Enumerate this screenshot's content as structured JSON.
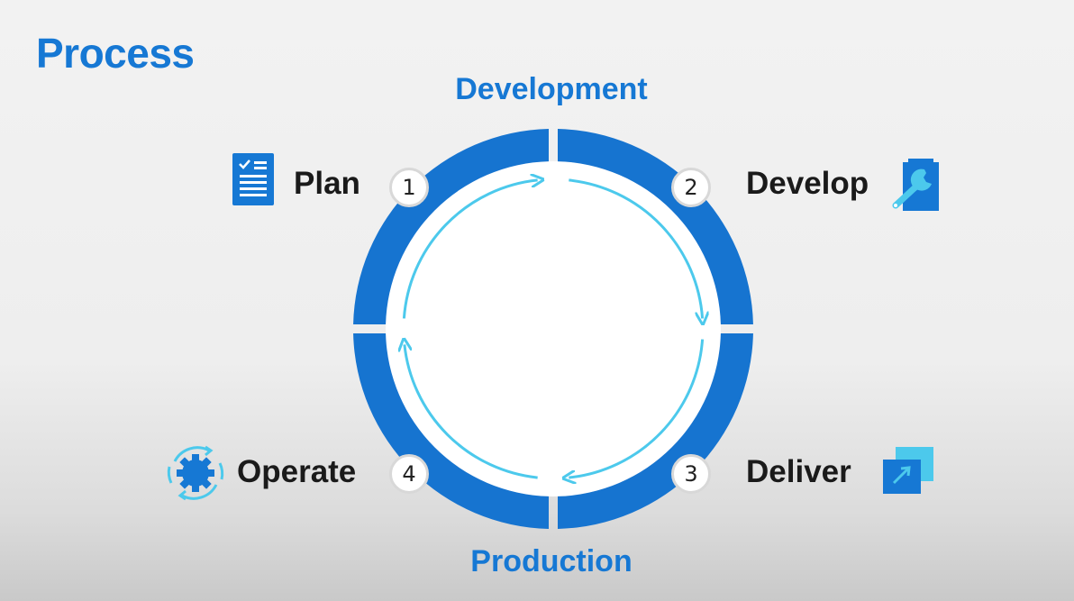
{
  "title": "Process",
  "phases": {
    "top": "Development",
    "bottom": "Production"
  },
  "steps": [
    {
      "number": "1",
      "label": "Plan",
      "icon": "checklist-icon"
    },
    {
      "number": "2",
      "label": "Develop",
      "icon": "wrench-icon"
    },
    {
      "number": "3",
      "label": "Deliver",
      "icon": "deliver-arrow-icon"
    },
    {
      "number": "4",
      "label": "Operate",
      "icon": "gear-cycle-icon"
    }
  ],
  "colors": {
    "primary": "#1678d4",
    "ring": "#1674d0",
    "arrow": "#4cc9ec",
    "text": "#1a1a1a"
  }
}
